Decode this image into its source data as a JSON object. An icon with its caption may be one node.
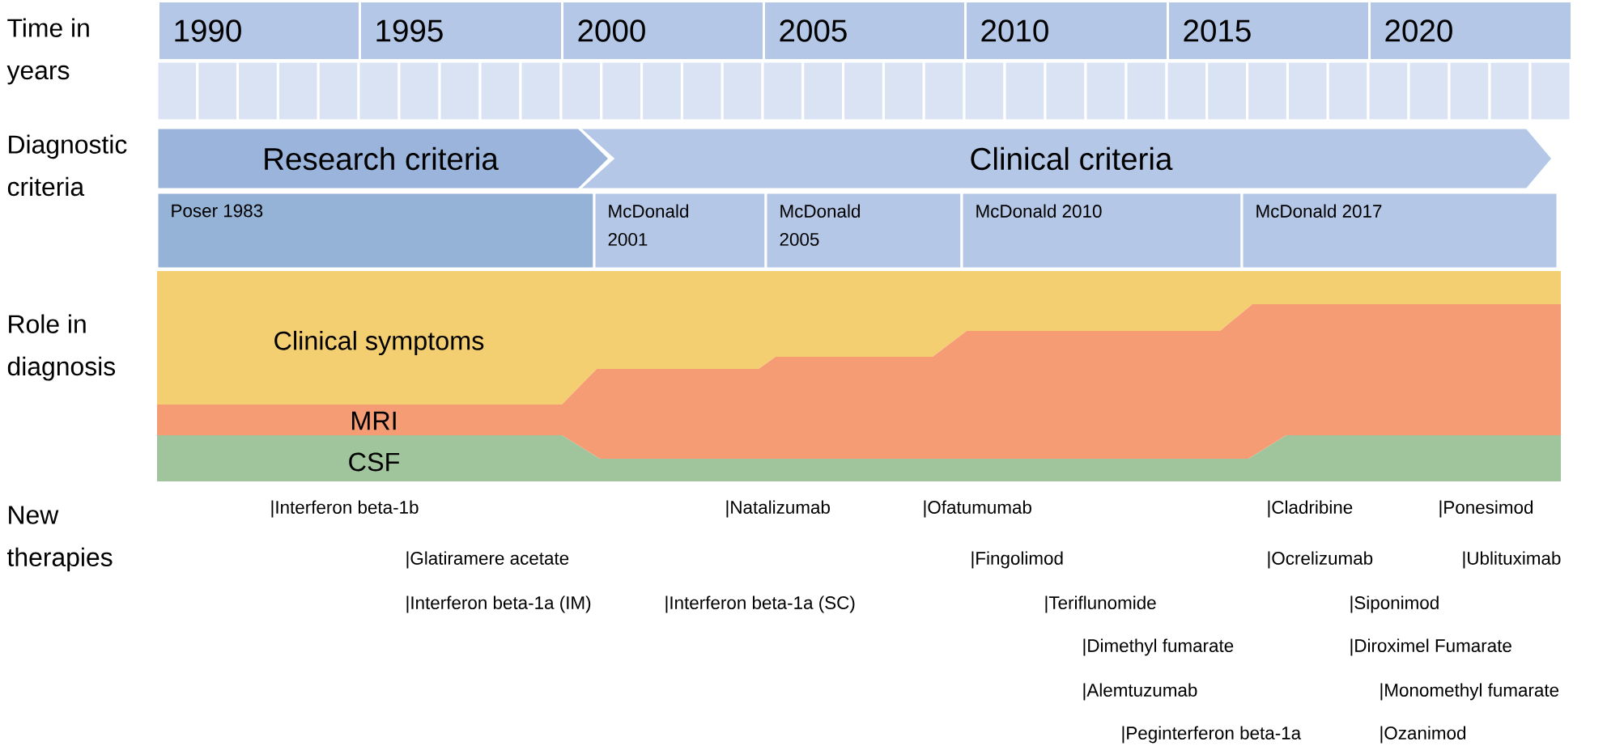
{
  "diagram": {
    "nodes": [
      {
        "text": [
          "1990"
        ]
      },
      {
        "text": [
          "1995"
        ]
      },
      {
        "text": [
          "2000"
        ]
      },
      {
        "text": [
          "2005"
        ]
      },
      {
        "text": [
          "2010"
        ]
      },
      {
        "text": [
          "2015"
        ]
      },
      {
        "text": [
          "2020"
        ]
      },
      {
        "text": [
          "Research criteria"
        ]
      },
      {
        "text": [
          "Clinical criteria"
        ]
      },
      {
        "text": [
          "Poser 1983"
        ]
      },
      {
        "text": [
          "McDonald 2001"
        ]
      },
      {
        "text": [
          "McDonald 2005"
        ]
      },
      {
        "text": [
          "McDonald 2010"
        ]
      },
      {
        "text": [
          "McDonald 2017"
        ]
      },
      {
        "text": [
          "Clinical symptoms"
        ]
      },
      {
        "text": [
          "MRI"
        ]
      },
      {
        "text": [
          "CSF"
        ]
      }
    ],
    "labels": [
      "Time in years",
      "Diagnostic criteria",
      "Role in diagnosis",
      "New therapies",
      "|Interferon beta-1b",
      "|Natalizumab",
      "|Ofatumumab",
      "|Cladribine",
      "|Ponesimod",
      "|Glatiramere acetate",
      "|Fingolimod",
      "|Ocrelizumab",
      "|Ublituximab",
      "|Interferon beta-1a (IM)",
      "|Interferon beta-1a (SC)",
      "|Teriflunomide",
      "|Siponimod",
      "|Dimethyl fumarate",
      "|Diroximel Fumarate",
      "|Alemtuzumab",
      "|Monomethyl fumarate",
      "|Peginterferon beta-1a",
      "|Ozanimod"
    ]
  }
}
